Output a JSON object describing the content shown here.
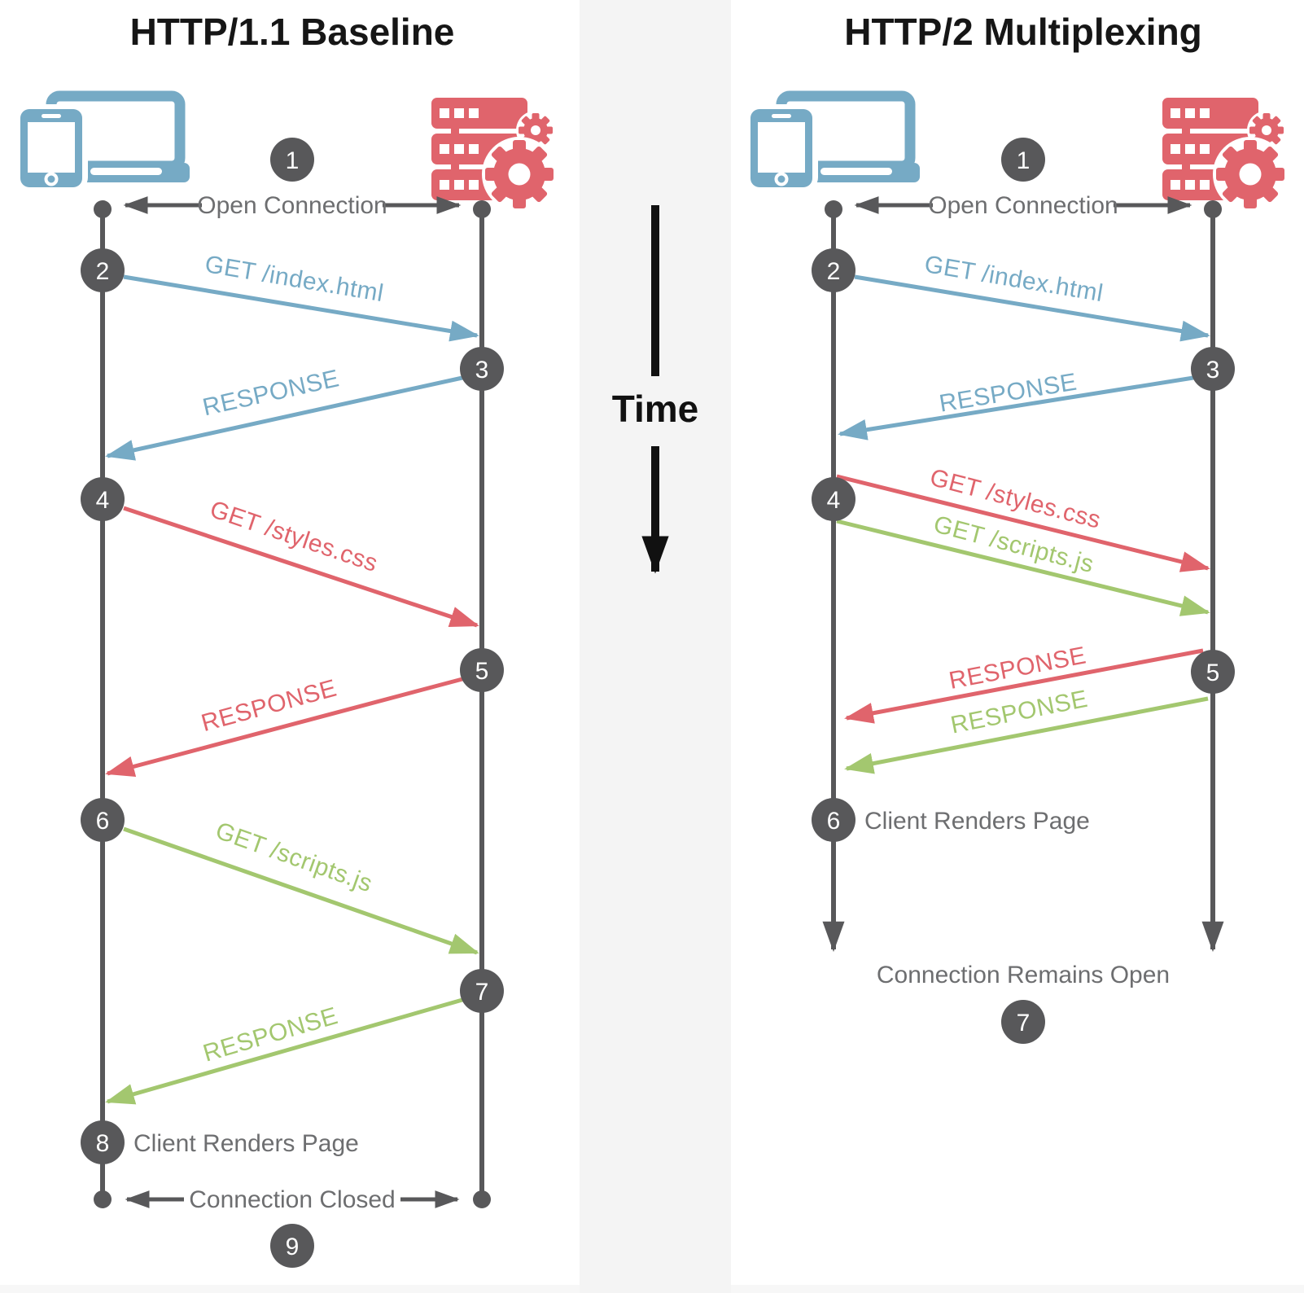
{
  "left_panel": {
    "title": "HTTP/1.1 Baseline",
    "steps": {
      "s1": "1",
      "s2": "2",
      "s3": "3",
      "s4": "4",
      "s5": "5",
      "s6": "6",
      "s7": "7",
      "s8": "8",
      "s9": "9"
    },
    "labels": {
      "open_connection": "Open Connection",
      "get_index": "GET /index.html",
      "response_index": "RESPONSE",
      "get_styles": "GET /styles.css",
      "response_styles": "RESPONSE",
      "get_scripts": "GET /scripts.js",
      "response_scripts": "RESPONSE",
      "client_renders": "Client Renders Page",
      "connection_closed": "Connection Closed"
    }
  },
  "middle": {
    "time": "Time"
  },
  "right_panel": {
    "title": "HTTP/2 Multiplexing",
    "steps": {
      "s1": "1",
      "s2": "2",
      "s3": "3",
      "s4": "4",
      "s5": "5",
      "s6": "6",
      "s7": "7"
    },
    "labels": {
      "open_connection": "Open Connection",
      "get_index": "GET /index.html",
      "response_index": "RESPONSE",
      "get_styles": "GET /styles.css",
      "get_scripts": "GET /scripts.js",
      "response_styles": "RESPONSE",
      "response_scripts": "RESPONSE",
      "client_renders": "Client Renders Page",
      "connection_open": "Connection Remains Open"
    }
  },
  "icons": {
    "client": "client-devices-icon",
    "server": "server-gears-icon"
  },
  "colors": {
    "request_index": "#76AAC5",
    "request_styles": "#E0646C",
    "request_scripts": "#A3C76F",
    "node_and_lifeline": "#58585A",
    "label_text": "#6D6E70",
    "title_text": "#161616",
    "time_arrow": "#111111",
    "middle_strip": "#F4F4F4",
    "bottom_strip": "#F7F7F7"
  }
}
